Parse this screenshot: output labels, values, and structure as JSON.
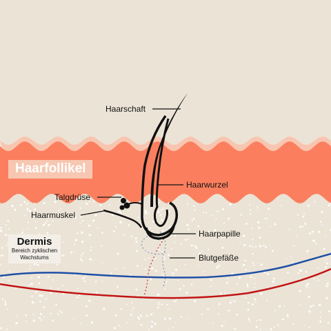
{
  "labels": {
    "haarschaft": "Haarschaft",
    "haarwurzel": "Haarwurzel",
    "talgdruese": "Talgdrüse",
    "haarmuskel": "Haarmuskel",
    "haarpapille": "Haarpapille",
    "blutgefaesse": "Blutgefäße",
    "haarfollikel": "Haarfollikel",
    "dermis_title": "Dermis",
    "dermis_sub1": "Bereich zyklischen",
    "dermis_sub2": "Wachstums"
  },
  "colors": {
    "background": "#ebe3d6",
    "band": "#fb7f5e",
    "band_highlight": "#f8c5b0",
    "dermis": "#ebe3d6",
    "hair": "#111111",
    "artery": "#c11414",
    "vein": "#1d4fa5",
    "vessel_dots_red": "#c04040",
    "vessel_dots_blue": "#8a9cbf"
  }
}
